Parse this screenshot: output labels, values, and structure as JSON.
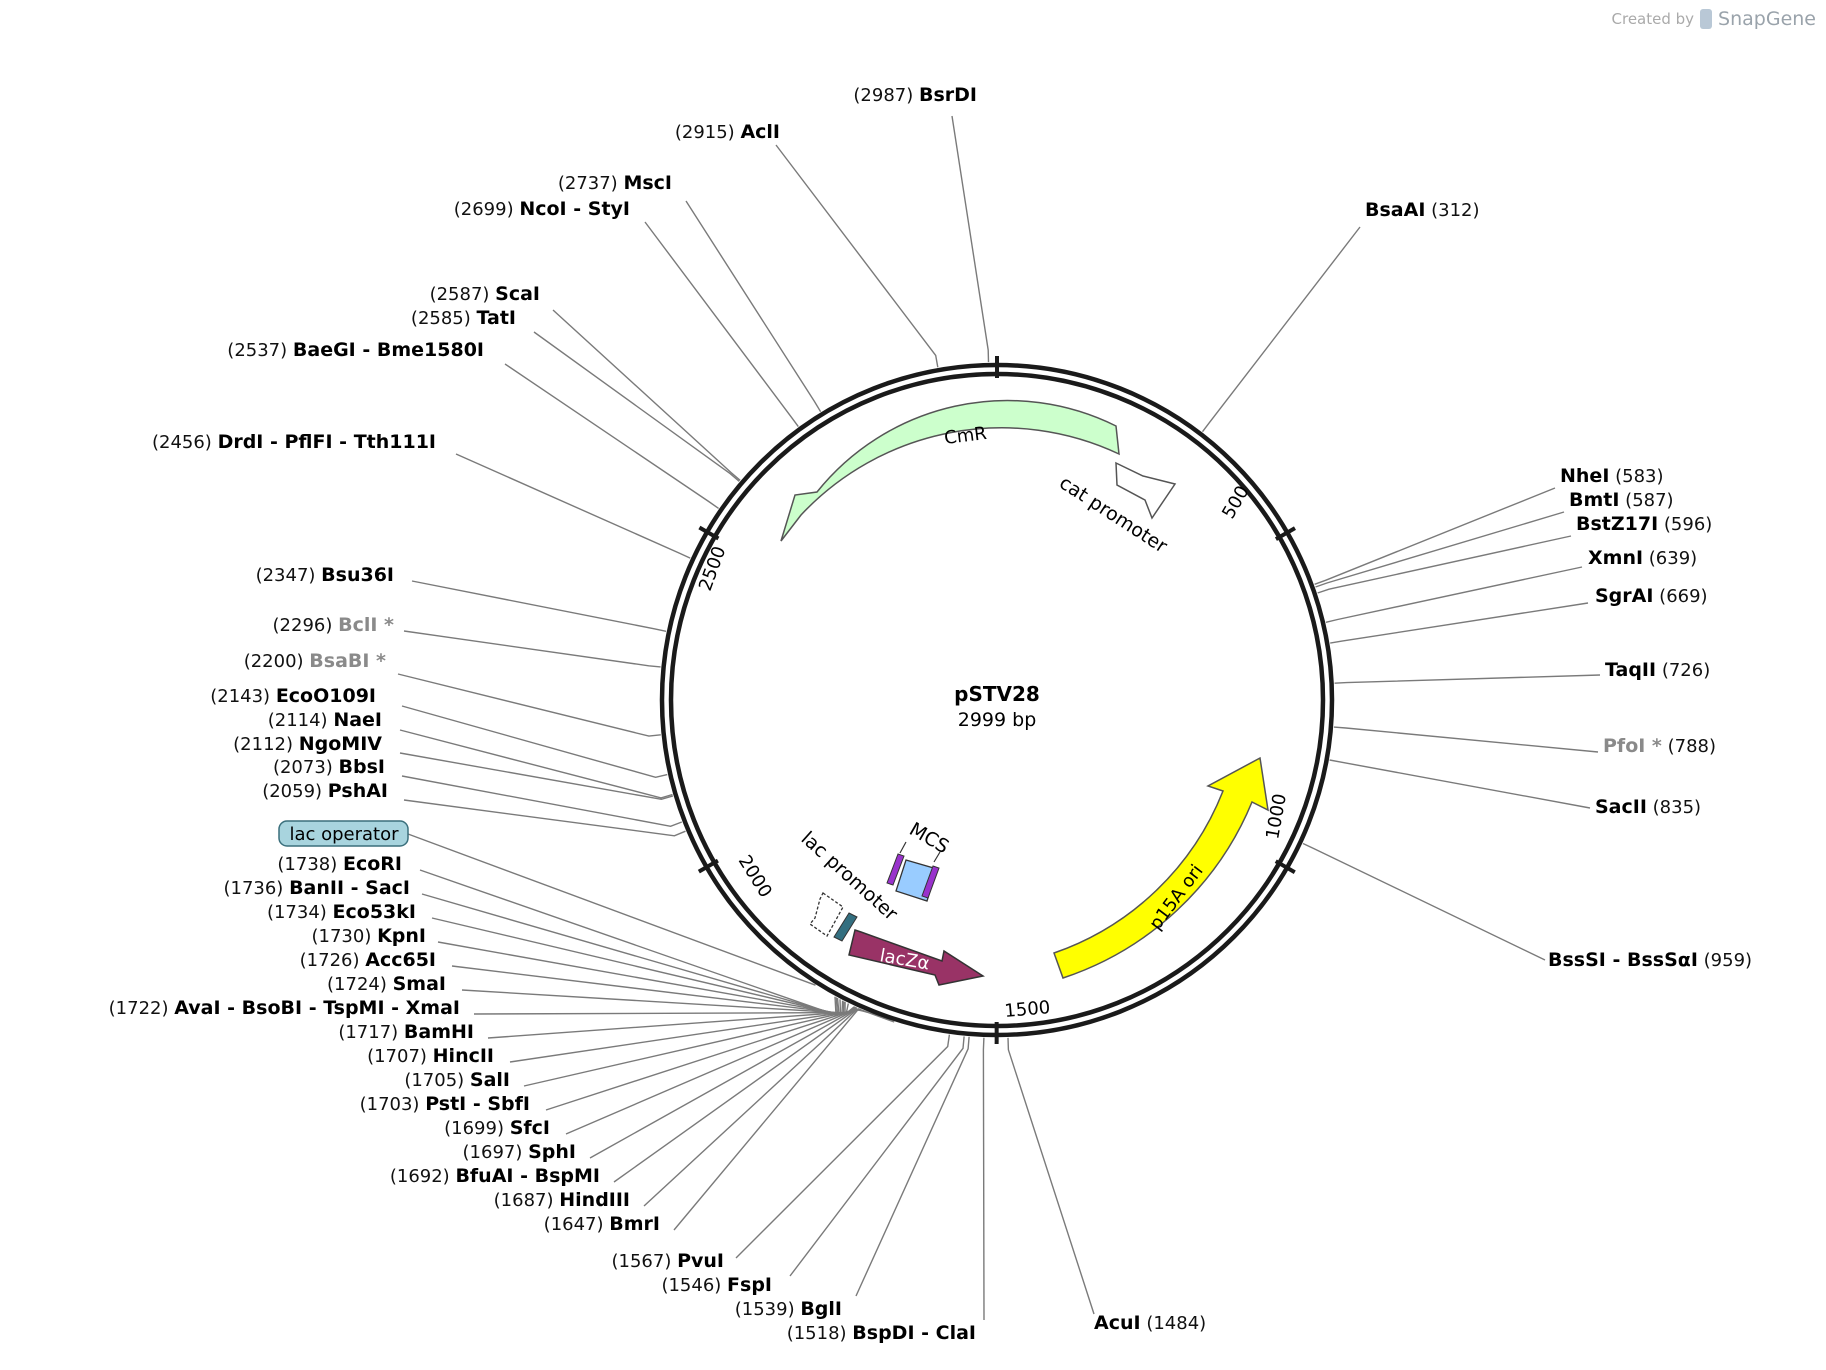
{
  "credit": {
    "prefix": "Created by",
    "brand": "SnapGene"
  },
  "plasmid": {
    "name": "pSTV28",
    "size_label": "2999 bp",
    "length": 2999
  },
  "ticks": [
    "500",
    "1000",
    "1500",
    "2000",
    "2500"
  ],
  "features": {
    "cmr": "CmR",
    "cat_promoter": "cat promoter",
    "p15a_ori": "p15A ori",
    "lacza": "lacZα",
    "lac_promoter": "lac promoter",
    "mcs": "MCS",
    "lac_operator": "lac operator"
  },
  "colors": {
    "backbone": "#1a1a1a",
    "cmr": "#ccffcc",
    "p15a_ori": "#ffff00",
    "lacza": "#993366",
    "mcs": "#99ccff",
    "mcs_ends": "#9933cc",
    "lac_operator": "#99cccc",
    "lac_promoter": "#ffffff"
  },
  "sites": [
    {
      "pos": "(2987)",
      "names": [
        "BsrDI"
      ]
    },
    {
      "pos": "(2915)",
      "names": [
        "AclI"
      ]
    },
    {
      "pos": "(2737)",
      "names": [
        "MscI"
      ]
    },
    {
      "pos": "(2699)",
      "names": [
        "NcoI",
        "StyI"
      ]
    },
    {
      "pos": "(2587)",
      "names": [
        "ScaI"
      ]
    },
    {
      "pos": "(2585)",
      "names": [
        "TatI"
      ]
    },
    {
      "pos": "(2537)",
      "names": [
        "BaeGI",
        "Bme1580I"
      ]
    },
    {
      "pos": "(2456)",
      "names": [
        "DrdI",
        "PflFI",
        "Tth111I"
      ]
    },
    {
      "pos": "(2347)",
      "names": [
        "Bsu36I"
      ]
    },
    {
      "pos": "(2296)",
      "names": [
        "BclI *"
      ],
      "dim": true
    },
    {
      "pos": "(2200)",
      "names": [
        "BsaBI *"
      ],
      "dim": true
    },
    {
      "pos": "(2143)",
      "names": [
        "EcoO109I"
      ]
    },
    {
      "pos": "(2114)",
      "names": [
        "NaeI"
      ]
    },
    {
      "pos": "(2112)",
      "names": [
        "NgoMIV"
      ]
    },
    {
      "pos": "(2073)",
      "names": [
        "BbsI"
      ]
    },
    {
      "pos": "(2059)",
      "names": [
        "PshAI"
      ]
    },
    {
      "pos": "(1738)",
      "names": [
        "EcoRI"
      ]
    },
    {
      "pos": "(1736)",
      "names": [
        "BanII",
        "SacI"
      ]
    },
    {
      "pos": "(1734)",
      "names": [
        "Eco53kI"
      ]
    },
    {
      "pos": "(1730)",
      "names": [
        "KpnI"
      ]
    },
    {
      "pos": "(1726)",
      "names": [
        "Acc65I"
      ]
    },
    {
      "pos": "(1724)",
      "names": [
        "SmaI"
      ]
    },
    {
      "pos": "(1722)",
      "names": [
        "AvaI",
        "BsoBI",
        "TspMI",
        "XmaI"
      ]
    },
    {
      "pos": "(1717)",
      "names": [
        "BamHI"
      ]
    },
    {
      "pos": "(1707)",
      "names": [
        "HincII"
      ]
    },
    {
      "pos": "(1705)",
      "names": [
        "SalI"
      ]
    },
    {
      "pos": "(1703)",
      "names": [
        "PstI",
        "SbfI"
      ]
    },
    {
      "pos": "(1699)",
      "names": [
        "SfcI"
      ]
    },
    {
      "pos": "(1697)",
      "names": [
        "SphI"
      ]
    },
    {
      "pos": "(1692)",
      "names": [
        "BfuAI",
        "BspMI"
      ]
    },
    {
      "pos": "(1687)",
      "names": [
        "HindIII"
      ]
    },
    {
      "pos": "(1647)",
      "names": [
        "BmrI"
      ]
    },
    {
      "pos": "(1567)",
      "names": [
        "PvuI"
      ]
    },
    {
      "pos": "(1546)",
      "names": [
        "FspI"
      ]
    },
    {
      "pos": "(1539)",
      "names": [
        "BglI"
      ]
    },
    {
      "pos": "(1518)",
      "names": [
        "BspDI",
        "ClaI"
      ]
    },
    {
      "pos": "(1484)",
      "names": [
        "AcuI"
      ]
    },
    {
      "pos": "(312)",
      "names": [
        "BsaAI"
      ]
    },
    {
      "pos": "(583)",
      "names": [
        "NheI"
      ]
    },
    {
      "pos": "(587)",
      "names": [
        "BmtI"
      ]
    },
    {
      "pos": "(596)",
      "names": [
        "BstZ17I"
      ]
    },
    {
      "pos": "(639)",
      "names": [
        "XmnI"
      ]
    },
    {
      "pos": "(669)",
      "names": [
        "SgrAI"
      ]
    },
    {
      "pos": "(726)",
      "names": [
        "TaqII"
      ]
    },
    {
      "pos": "(788)",
      "names": [
        "PfoI *"
      ],
      "dim": true
    },
    {
      "pos": "(835)",
      "names": [
        "SacII"
      ]
    },
    {
      "pos": "(959)",
      "names": [
        "BssSI",
        "BssSαI"
      ]
    }
  ]
}
